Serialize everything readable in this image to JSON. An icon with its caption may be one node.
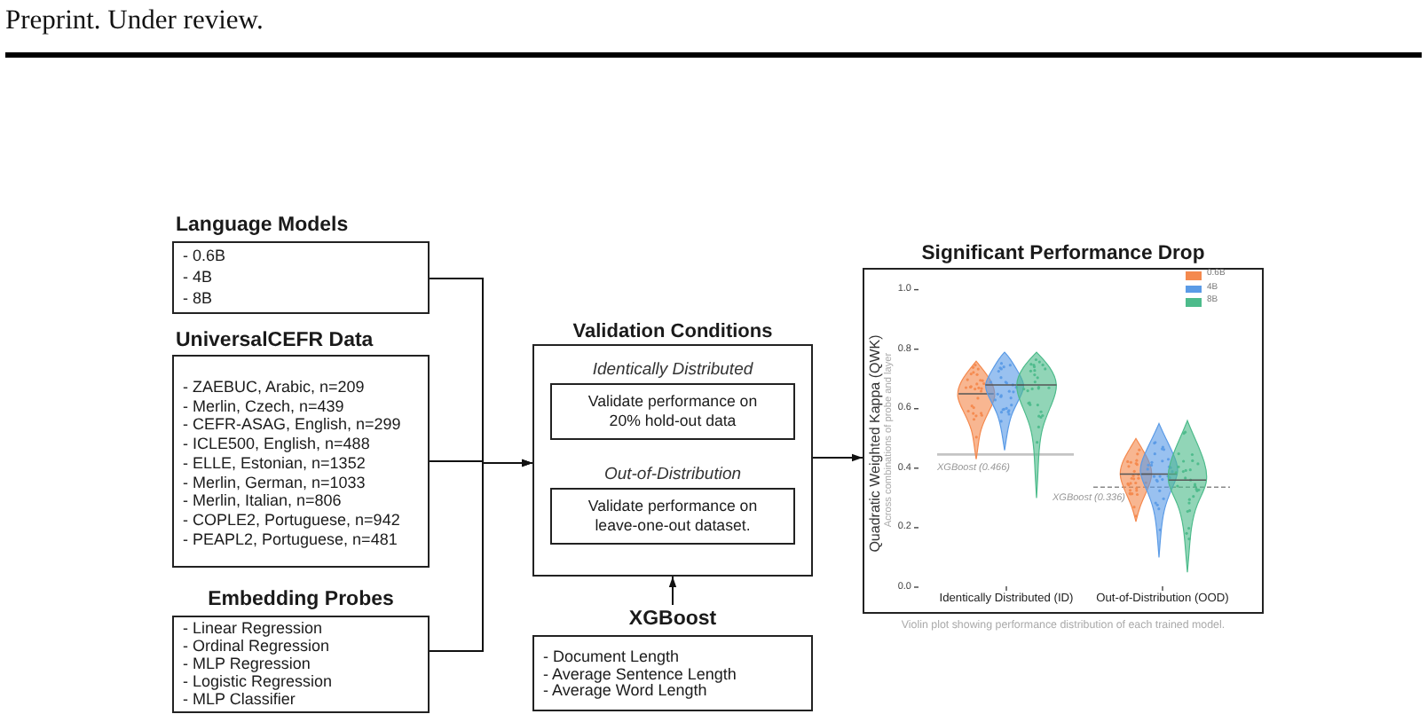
{
  "diagram": {
    "nodes": [
      {
        "text": [
          "Language Models",
          "- 0.6B",
          "- 4B",
          "- 8B"
        ]
      },
      {
        "text": [
          "UniversalCEFR Data",
          "- ZAEBUC, Arabic, n=209",
          "- Merlin, Czech, n=439",
          "- CEFR-ASAG, English, n=299",
          "- ICLE500, English, n=488",
          "- ELLE, Estonian, n=1352",
          "- Merlin, German, n=1033",
          "- Merlin, Italian, n=806",
          "- COPLE2, Portuguese, n=942",
          "- PEAPL2, Portuguese, n=481"
        ]
      },
      {
        "text": [
          "Embedding Probes",
          "- Linear Regression",
          "- Ordinal Regression",
          "- MLP Regression",
          "- Logistic Regression",
          "- MLP Classifier"
        ]
      },
      {
        "text": [
          "Validation Conditions"
        ]
      },
      {
        "text": [
          "Identically Distributed",
          "Validate performance on 20% hold-out data"
        ],
        "in": 3
      },
      {
        "text": [
          "Out-of-Distribution",
          "Validate performance on leave-one-out dataset."
        ],
        "in": 3
      },
      {
        "text": [
          "XGBoost",
          "- Document Length",
          "- Average Sentence Length",
          "- Average Word Length"
        ]
      },
      {
        "text": [
          "Significant Performance Drop"
        ],
        "beside": [
          "Violin plot showing performance distribution of each trained model."
        ]
      }
    ],
    "edges": [
      {
        "from": 0,
        "to": 3,
        "arrow": "to"
      },
      {
        "from": 1,
        "to": 3,
        "arrow": "to"
      },
      {
        "from": 2,
        "to": 3,
        "arrow": "to"
      },
      {
        "from": 6,
        "to": 3,
        "arrow": "to"
      },
      {
        "from": 3,
        "to": 7,
        "arrow": "to"
      }
    ],
    "labels": [
      "Preprint. Under review.",
      "1.0",
      "0.8",
      "0.6",
      "0.4",
      "0.2",
      "0.0",
      "Quadratic Weighted Kappa (QWK)",
      "Across combinations of probe and layer",
      "XGBoost (0.466)",
      "XGBoost (0.336)",
      "Identically Distributed (ID)",
      "Out-of-Distribution (OOD)"
    ],
    "legend": [
      {
        "text": "0.6B",
        "color": "#f4894e"
      },
      {
        "text": "4B",
        "color": "#5b9be6"
      },
      {
        "text": "8B",
        "color": "#4dbb8b"
      }
    ]
  }
}
